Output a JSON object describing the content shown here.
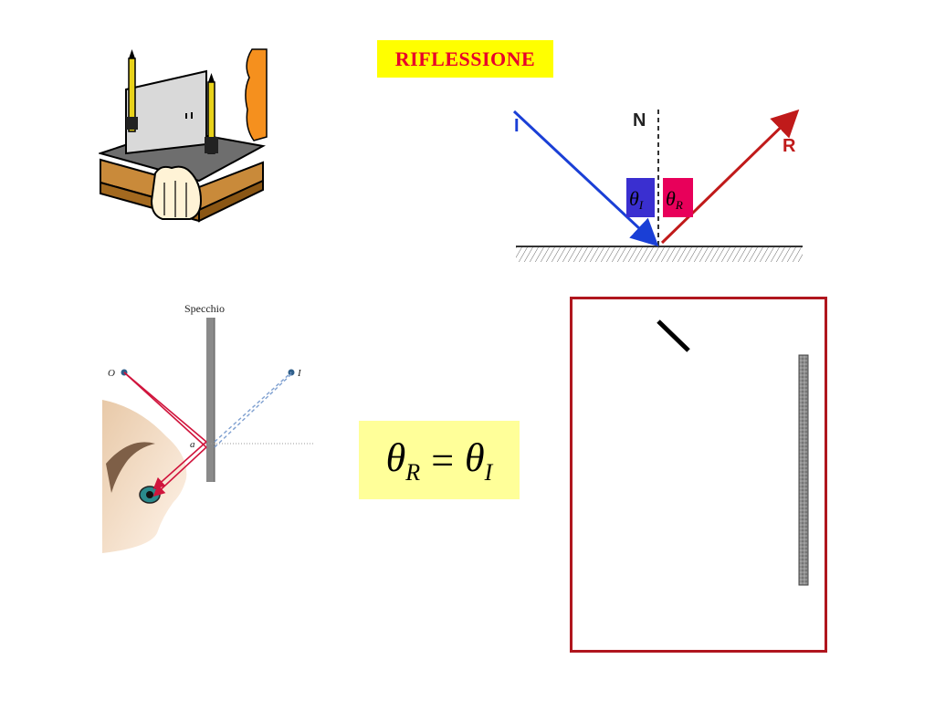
{
  "title": "RIFLESSIONE",
  "reflection_diagram": {
    "incident_label": "I",
    "normal_label": "N",
    "reflected_label": "R",
    "theta_symbol": "θ",
    "incident_sub": "I",
    "reflected_sub": "R",
    "incident_color": "#1a3fd6",
    "reflected_color": "#c01a1a",
    "incident_box_color": "#3a2fd0",
    "reflected_box_color": "#e8005a"
  },
  "mirror_diagram": {
    "mirror_label": "Specchio",
    "object_label": "O",
    "image_label": "I",
    "point_label": "a"
  },
  "formula": {
    "left_symbol": "θ",
    "left_sub": "R",
    "equals": "=",
    "right_symbol": "θ",
    "right_sub": "I"
  },
  "colors": {
    "title_bg": "#ffff00",
    "title_text": "#e8002a",
    "formula_bg": "#ffff99",
    "frame_border": "#b0161e"
  }
}
